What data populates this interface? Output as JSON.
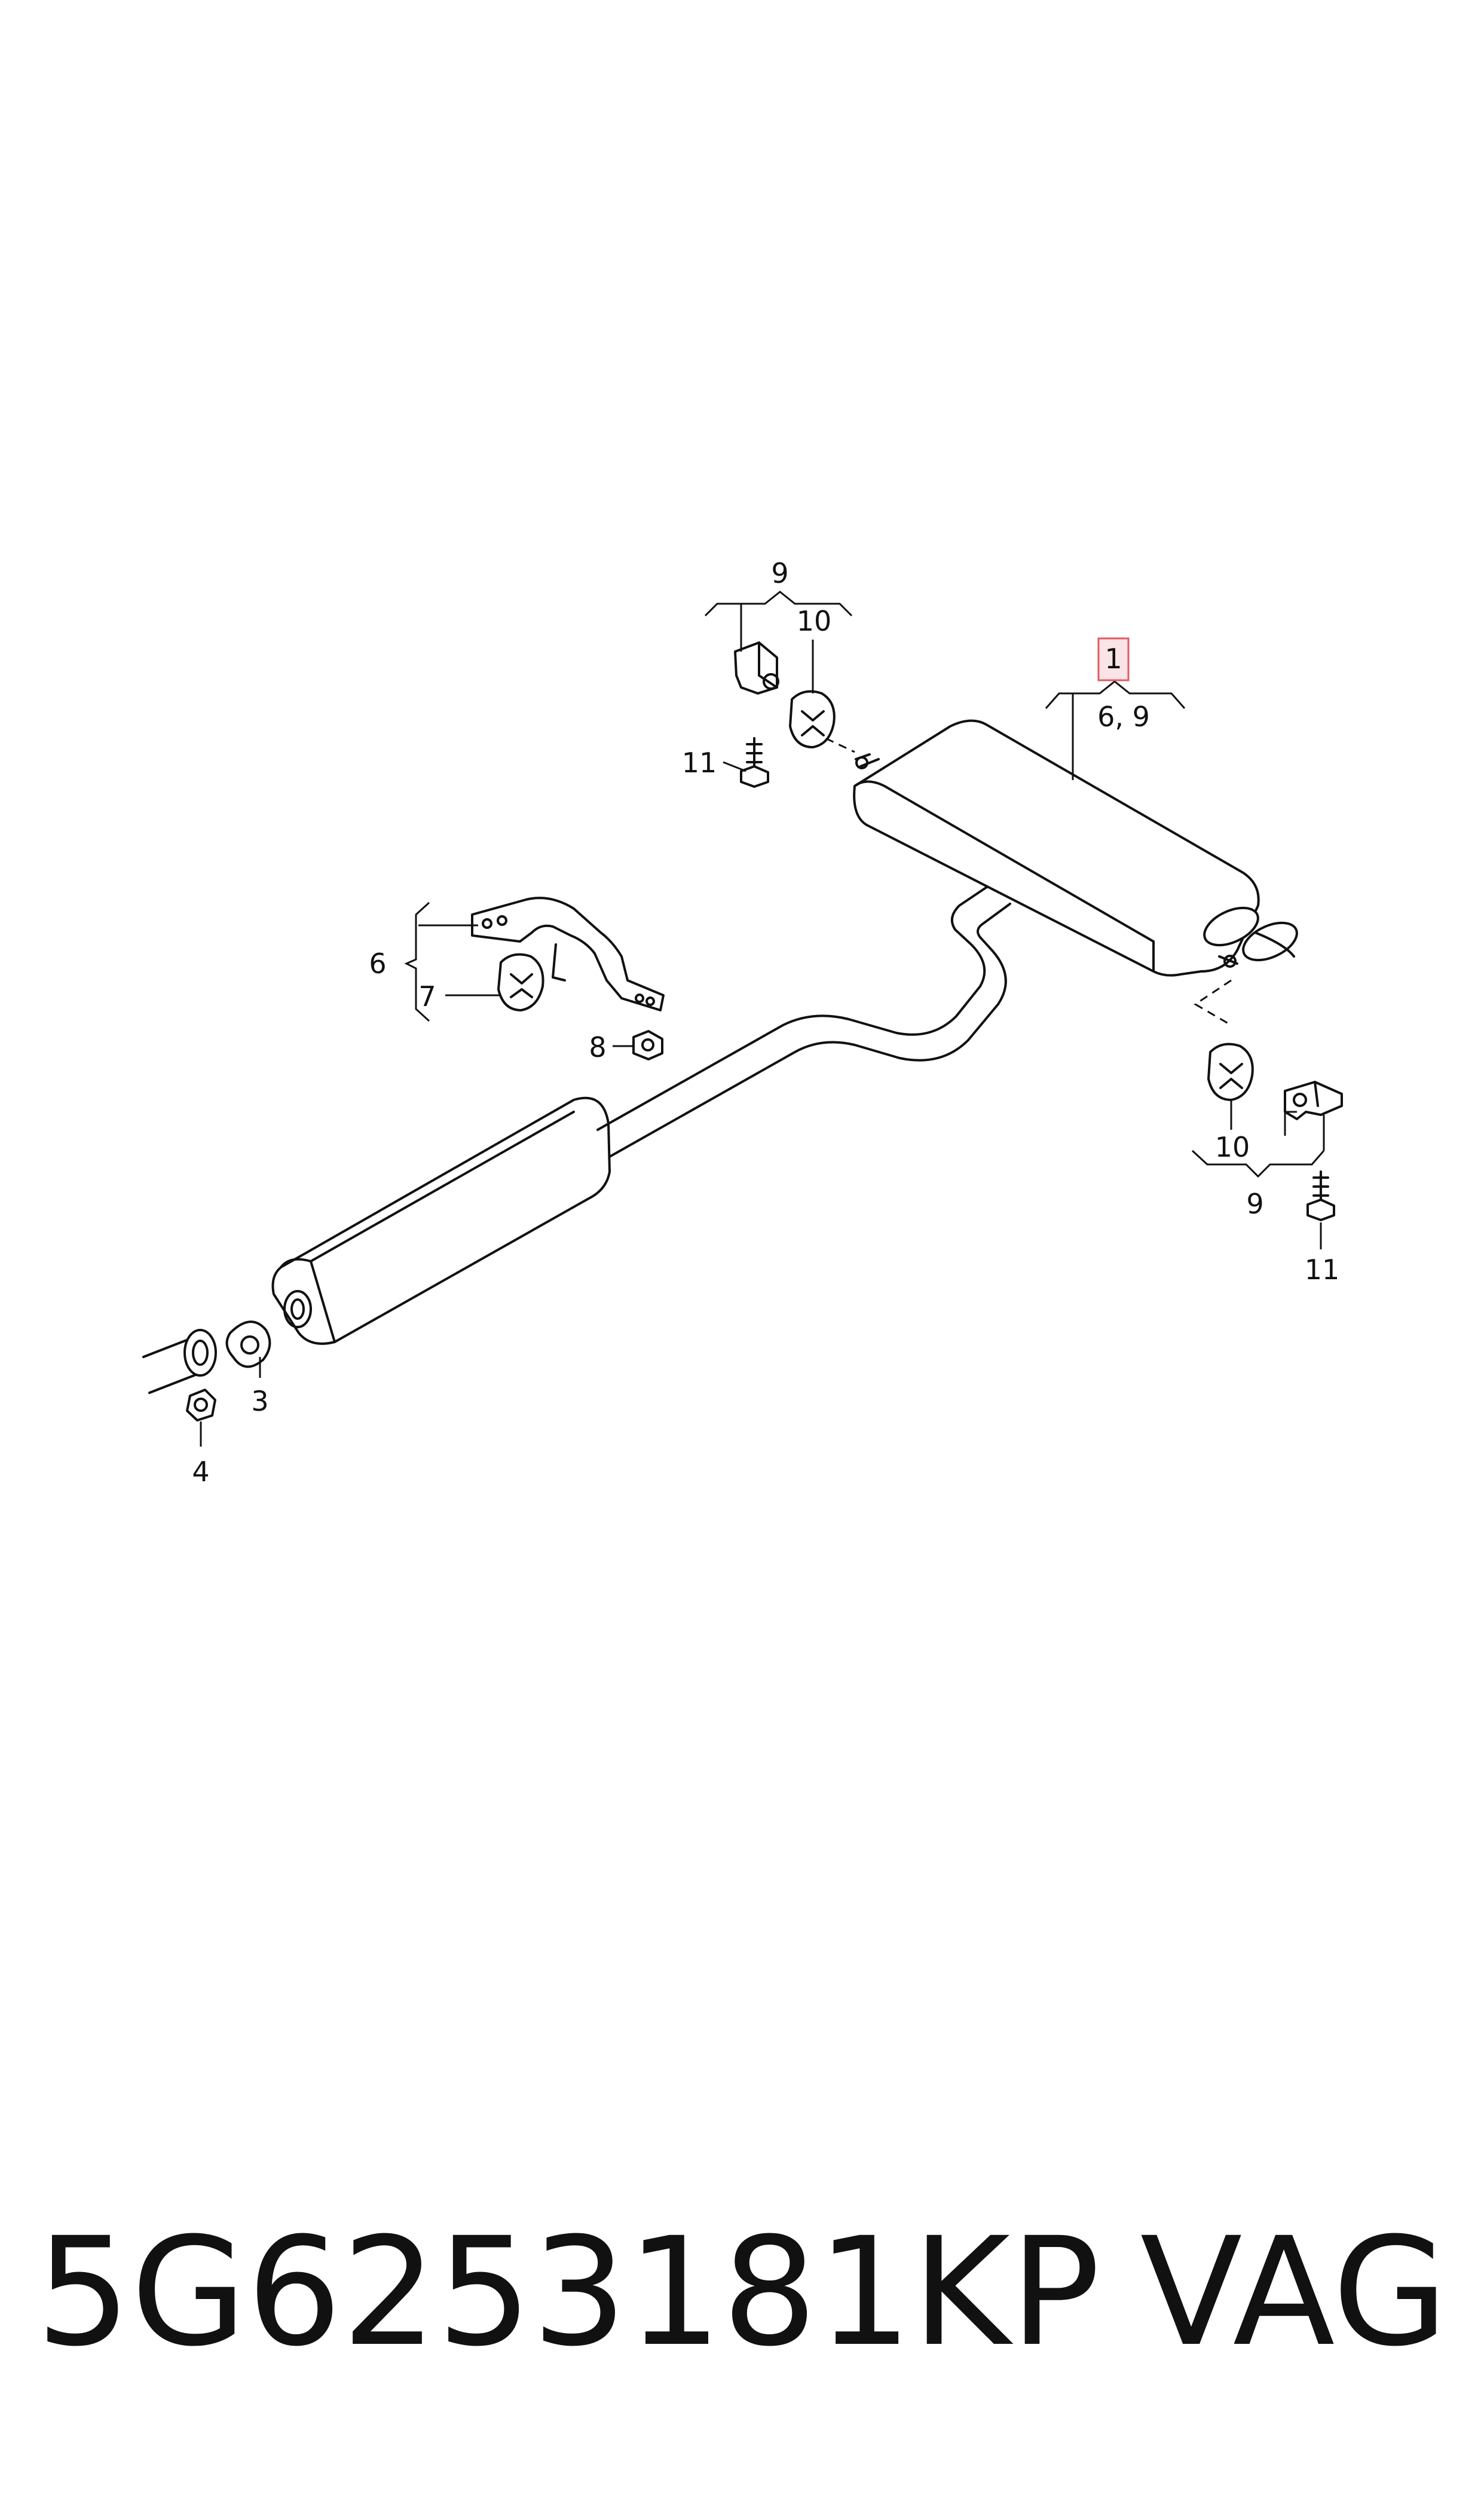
{
  "callouts": {
    "c1": "1",
    "c1_sub": "6, 9",
    "c3": "3",
    "c4": "4",
    "c6": "6",
    "c7": "7",
    "c8": "8",
    "c9_top": "9",
    "c9_bottom": "9",
    "c10_top": "10",
    "c10_bottom": "10",
    "c11_top": "11",
    "c11_bottom": "11"
  },
  "footer": {
    "part_number": "5G6253181KP",
    "brand": "VAG"
  },
  "colors": {
    "line": "#111111",
    "highlight_box": "#e05a66",
    "background": "#ffffff"
  }
}
